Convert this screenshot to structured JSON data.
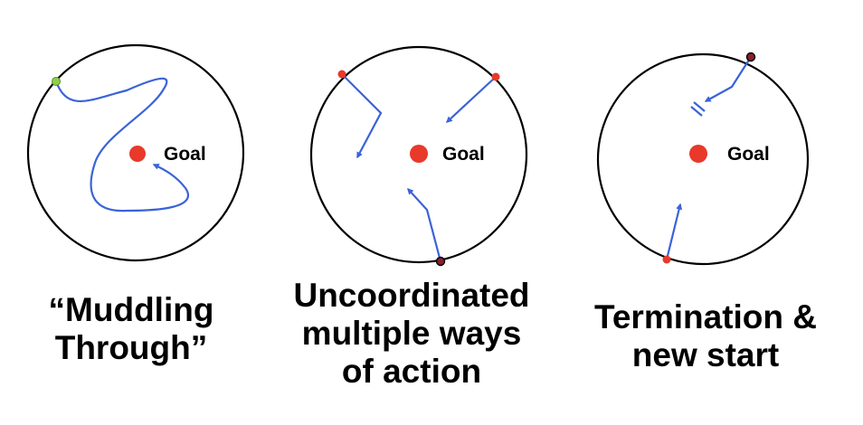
{
  "panels": [
    {
      "goal_label": "Goal",
      "caption": [
        "“Muddling",
        "Through”"
      ]
    },
    {
      "goal_label": "Goal",
      "caption": [
        "Uncoordinated",
        "multiple ways",
        "of action"
      ]
    },
    {
      "goal_label": "Goal",
      "caption": [
        "Termination &",
        "new start"
      ]
    }
  ],
  "colors": {
    "circle_stroke": "#000000",
    "goal_dot": "#e8392b",
    "path": "#3a63d8",
    "start_green": "#8fcf4a",
    "start_red": "#e8392b",
    "start_dark": "#8b1f2e"
  }
}
